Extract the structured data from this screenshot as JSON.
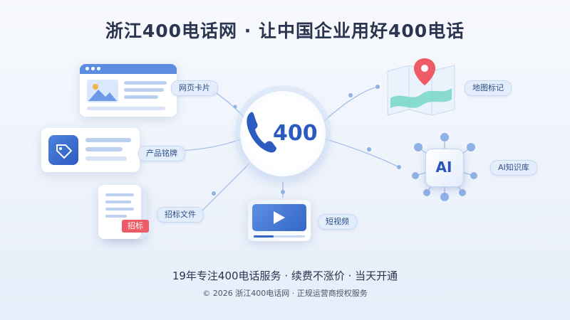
{
  "title": "浙江400电话网 · 让中国企业用好400电话",
  "center": {
    "number": "400",
    "icon": "phone-handset-icon"
  },
  "labels": {
    "web_card": "网页卡片",
    "product_tag": "产品铭牌",
    "tender_doc": "招标文件",
    "short_video": "短视频",
    "map_mark": "地图标记",
    "ai_kb": "AI知识库"
  },
  "tender_badge": "招标",
  "ai_chip": "AI",
  "footer": {
    "line1": "19年专注400电话服务 · 续费不涨价 · 当天开通",
    "line2": "© 2026 浙江400电话网 · 正规运营商授权服务"
  },
  "colors": {
    "accent": "#2c5bbf",
    "title": "#2a3550",
    "badge_red": "#ee5a66"
  }
}
